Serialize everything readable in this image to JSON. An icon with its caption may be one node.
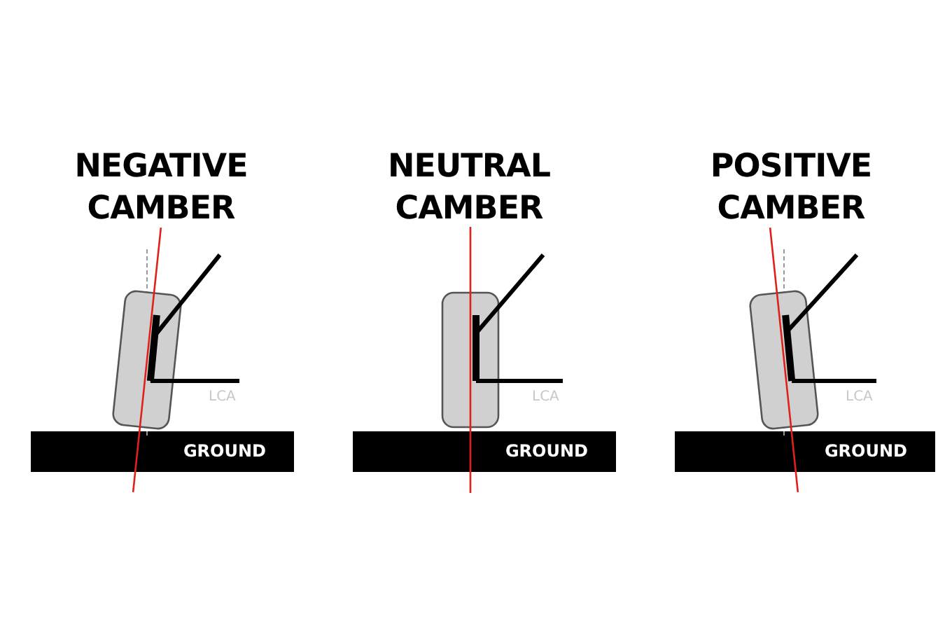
{
  "diagram": {
    "nodes": [
      {
        "text": [
          "GROUND"
        ]
      },
      {
        "text": [
          "GROUND"
        ]
      },
      {
        "text": [
          "GROUND"
        ]
      }
    ],
    "labels": [
      "NEGATIVE CAMBER",
      "NEUTRAL CAMBER",
      "POSITIVE CAMBER",
      "LCA",
      "LCA",
      "LCA"
    ]
  }
}
